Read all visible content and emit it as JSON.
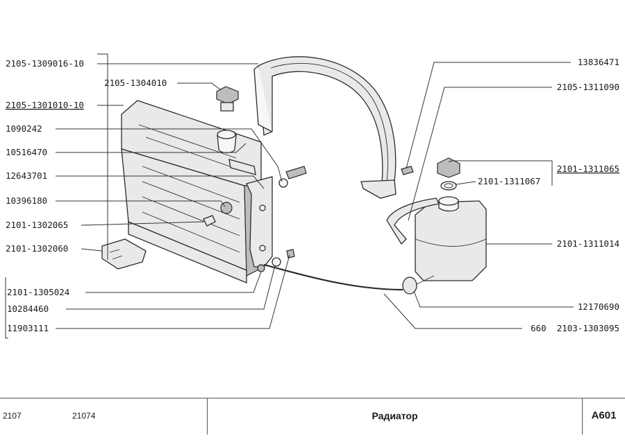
{
  "labels_left": [
    "2105-1309016-10",
    "2105-1304010",
    "2105-1301010-10",
    "1090242",
    "10516470",
    "12643701",
    "10396180",
    "2101-1302065",
    "2101-1302060",
    "2101-1305024",
    "10284460",
    "11903111"
  ],
  "labels_right": [
    "13836471",
    "2105-1311090",
    "2101-1311065",
    "2101-1311067",
    "2101-1311014",
    "12170690",
    "660  2103-1303095"
  ],
  "footer": {
    "model_1": "2107",
    "model_2": "21074",
    "title": "Радиатор",
    "code": "А601"
  }
}
